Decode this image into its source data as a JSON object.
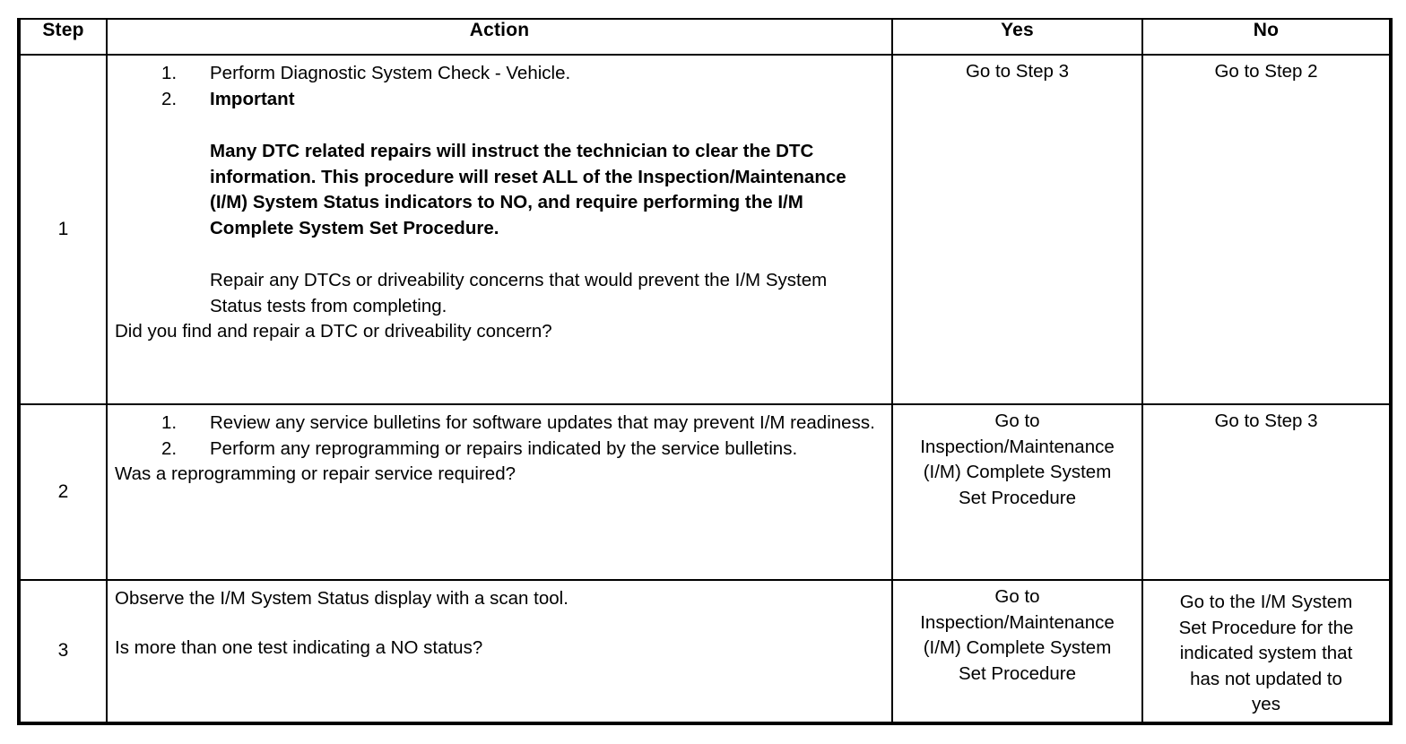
{
  "table": {
    "headers": {
      "step": "Step",
      "action": "Action",
      "yes": "Yes",
      "no": "No"
    },
    "rows": [
      {
        "step": "1",
        "action": {
          "list": [
            {
              "num": "1.",
              "text": "Perform Diagnostic System Check - Vehicle.",
              "bold": false
            },
            {
              "num": "2.",
              "text": "Important",
              "bold": true
            }
          ],
          "bold_block": [
            "Many DTC related repairs will instruct the technician to clear the",
            "DTC information. This procedure will reset ALL of the",
            "Inspection/Maintenance (I/M) System Status indicators to NO,",
            "and require performing the I/M Complete System Set Procedure."
          ],
          "plain_block": [
            "Repair any DTCs or driveability concerns that would prevent the I/M",
            "System Status tests from completing."
          ],
          "question": "Did you find and repair a DTC or driveability concern?"
        },
        "yes": [
          "Go to Step 3"
        ],
        "no": [
          "Go to Step 2"
        ],
        "yes_align": "bottom",
        "no_align": "bottom"
      },
      {
        "step": "2",
        "action": {
          "list": [
            {
              "num": "1.",
              "text": "Review any service bulletins for software updates that may prevent I/M readiness.",
              "bold": false
            },
            {
              "num": "2.",
              "text": "Perform any reprogramming or repairs indicated by the service bulletins.",
              "bold": false
            }
          ],
          "bold_block": [],
          "plain_block": [],
          "question": "Was a reprogramming or repair service required?"
        },
        "yes": [
          "Go to",
          "Inspection/Maintenance",
          "(I/M) Complete System",
          "Set Procedure"
        ],
        "no": [
          "Go to Step 3"
        ],
        "yes_align": "middle",
        "no_align": "bottom"
      },
      {
        "step": "3",
        "action": {
          "list": [],
          "bold_block": [],
          "plain_block": [
            "Observe the I/M System Status display with a scan tool."
          ],
          "question": "Is more than one test indicating a NO status?"
        },
        "yes": [
          "Go to",
          "Inspection/Maintenance",
          "(I/M) Complete System",
          "Set Procedure"
        ],
        "no": [
          "Go to the I/M System",
          "Set Procedure for the",
          "indicated system that",
          "has not updated to",
          "yes"
        ],
        "yes_align": "middle",
        "no_align": "top"
      }
    ]
  }
}
